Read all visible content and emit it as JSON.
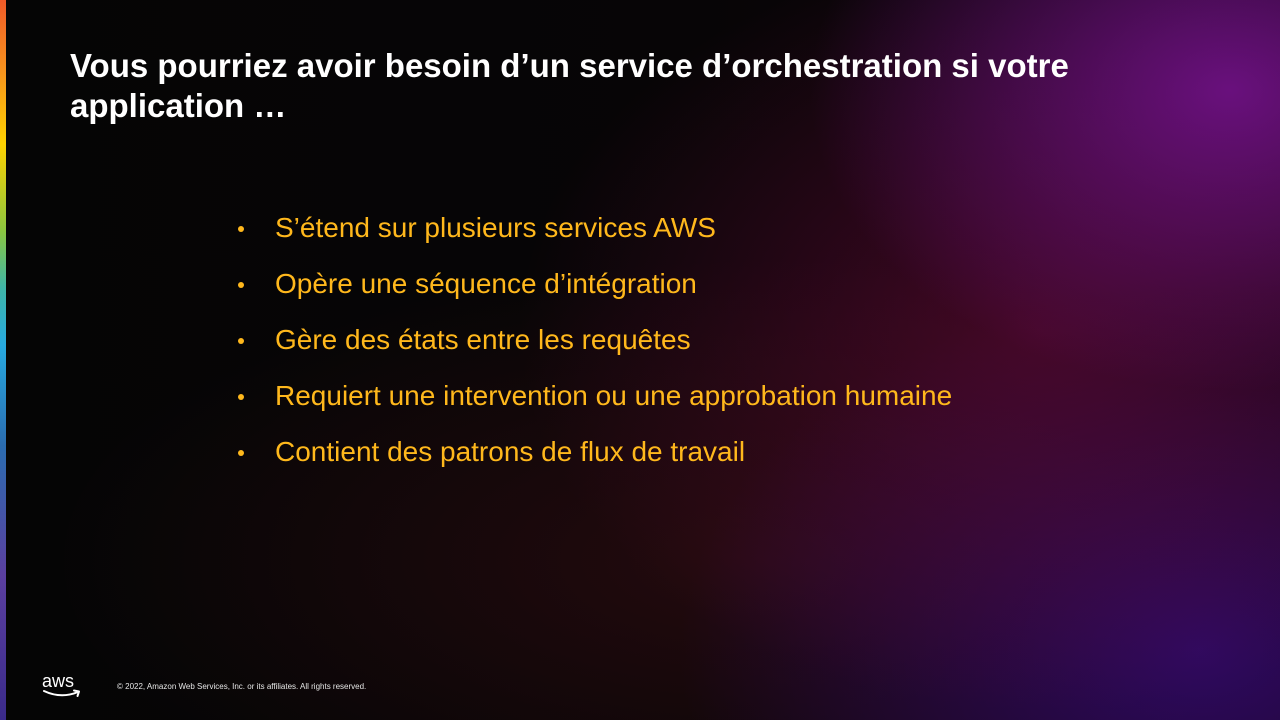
{
  "slide": {
    "title": "Vous pourriez avoir besoin d’un service d’orchestration si votre application …",
    "bullets": [
      "S’étend sur plusieurs services AWS",
      "Opère une séquence d’intégration",
      "Gère des états entre les requêtes",
      "Requiert une intervention ou une approbation humaine",
      "Contient des patrons de flux de travail"
    ]
  },
  "footer": {
    "logo_text": "aws",
    "logo_icon": "aws-smile-icon",
    "copyright": "© 2022, Amazon Web Services, Inc. or its affiliates.  All rights  reserved."
  },
  "colors": {
    "title": "#ffffff",
    "bullet_text": "#ffb81c",
    "background": "#050505"
  }
}
